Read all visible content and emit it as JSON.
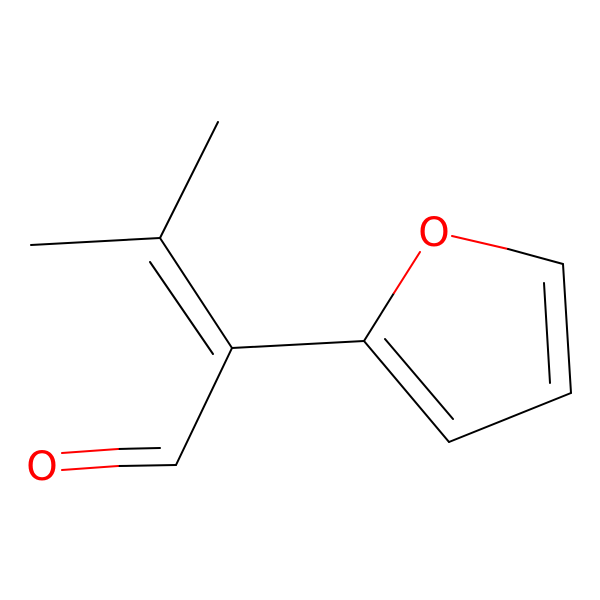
{
  "molecule": {
    "atoms": [
      {
        "id": "ring-oxygen",
        "symbol": "O"
      },
      {
        "id": "aldehyde-oxygen",
        "symbol": "O"
      }
    ],
    "colors": {
      "background": "#FFFFFF",
      "bond": "#000000",
      "oxygen": "#FF0000"
    }
  }
}
